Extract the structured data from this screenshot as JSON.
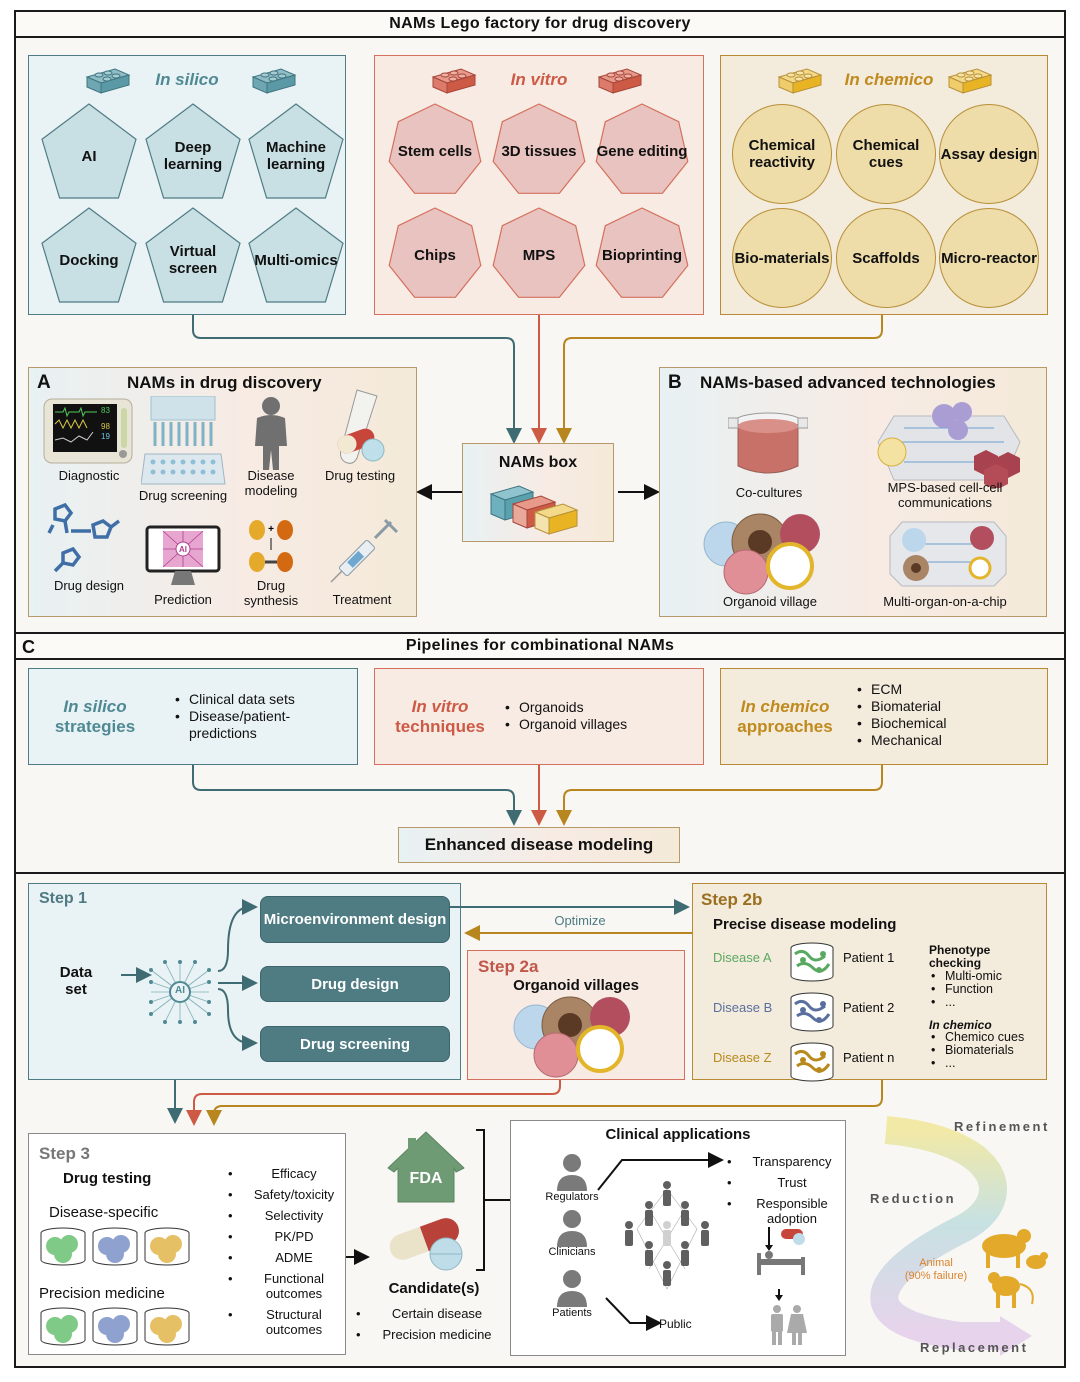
{
  "header": {
    "title": "NAMs Lego factory for drug discovery"
  },
  "lego": {
    "in_silico": {
      "title": "In silico",
      "color": "#4f8a94",
      "items": [
        "AI",
        "Deep learning",
        "Machine learning",
        "Docking",
        "Virtual screen",
        "Multi-omics"
      ]
    },
    "in_vitro": {
      "title": "In vitro",
      "color": "#cd5a45",
      "items": [
        "Stem cells",
        "3D tissues",
        "Gene editing",
        "Chips",
        "MPS",
        "Bioprinting"
      ]
    },
    "in_chemico": {
      "title": "In chemico",
      "color": "#c08a1e",
      "items": [
        "Chemical reactivity",
        "Chemical cues",
        "Assay design",
        "Bio-materials",
        "Scaffolds",
        "Micro-reactor"
      ]
    }
  },
  "panel_a": {
    "letter": "A",
    "title": "NAMs in drug discovery",
    "items": [
      "Diagnostic",
      "Drug screening",
      "Disease modeling",
      "Drug testing",
      "Drug design",
      "Prediction",
      "Drug synthesis",
      "Treatment"
    ],
    "monitor_values": [
      "83",
      "98",
      "19"
    ]
  },
  "nams_box": {
    "title": "NAMs box"
  },
  "panel_b": {
    "letter": "B",
    "title": "NAMs-based advanced technologies",
    "items": [
      "Co-cultures",
      "MPS-based cell-cell communications",
      "Organoid village",
      "Multi-organ-on-a-chip"
    ]
  },
  "panel_c": {
    "letter": "C",
    "title": "Pipelines for combinational NAMs",
    "strategies": [
      {
        "title_italic": "In silico",
        "title_rest": "strategies",
        "bullets": [
          "Clinical data sets",
          "Disease/patient-predictions"
        ]
      },
      {
        "title_italic": "In vitro",
        "title_rest": "techniques",
        "bullets": [
          "Organoids",
          "Organoid villages"
        ]
      },
      {
        "title_italic": "In chemico",
        "title_rest": "approaches",
        "bullets": [
          "ECM",
          "Biomaterial",
          "Biochemical",
          "Mechanical"
        ]
      }
    ],
    "result": "Enhanced disease modeling"
  },
  "step1": {
    "label": "Step 1",
    "input": "Data set",
    "ai_label": "AI",
    "outputs": [
      "Microenvironment design",
      "Drug design",
      "Drug screening"
    ]
  },
  "optimize_label": "Optimize",
  "step2a": {
    "label": "Step 2a",
    "title": "Organoid villages"
  },
  "step2b": {
    "label": "Step 2b",
    "title": "Precise disease modeling",
    "rows": [
      {
        "disease": "Disease A",
        "patient": "Patient 1",
        "color": "#5aa960"
      },
      {
        "disease": "Disease B",
        "patient": "Patient 2",
        "color": "#5a6f9e"
      },
      {
        "disease": "Disease Z",
        "patient": "Patient n",
        "color": "#b88a1e"
      }
    ],
    "phenotype_title": "Phenotype checking",
    "phenotype_items": [
      "Multi-omic",
      "Function",
      "..."
    ],
    "chemico_title": "In chemico",
    "chemico_items": [
      "Chemico cues",
      "Biomaterials",
      "..."
    ]
  },
  "step3": {
    "label": "Step 3",
    "title": "Drug testing",
    "groups": [
      "Disease-specific",
      "Precision medicine"
    ],
    "criteria": [
      "Efficacy",
      "Safety/toxicity",
      "Selectivity",
      "PK/PD",
      "ADME",
      "Functional outcomes",
      "Structural outcomes"
    ]
  },
  "candidates": {
    "fda_label": "FDA",
    "title": "Candidate(s)",
    "items": [
      "Certain disease",
      "Precision medicine"
    ]
  },
  "clinical": {
    "title": "Clinical applications",
    "stakeholders": [
      "Regulators",
      "Clinicians",
      "Patients"
    ],
    "outcomes": [
      "Transparency",
      "Trust",
      "Responsible adoption"
    ],
    "public_label": "Public"
  },
  "three_rs": {
    "refinement": "Refinement",
    "reduction": "Reduction",
    "replacement": "Replacement",
    "animal_label": "Animal",
    "animal_note": "(90% failure)"
  }
}
